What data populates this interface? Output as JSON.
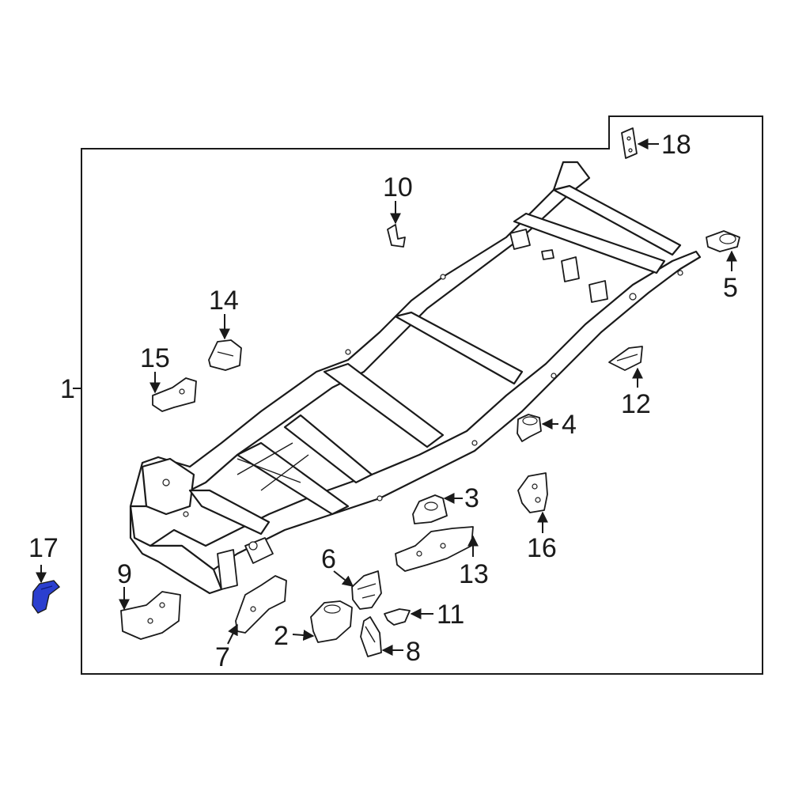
{
  "diagram": {
    "assembly_callout": "1",
    "highlight_color": "#2b3fcf",
    "line_color": "#1a1a1a",
    "callouts": [
      {
        "id": "2",
        "label": "2"
      },
      {
        "id": "3",
        "label": "3"
      },
      {
        "id": "4",
        "label": "4"
      },
      {
        "id": "5",
        "label": "5"
      },
      {
        "id": "6",
        "label": "6"
      },
      {
        "id": "7",
        "label": "7"
      },
      {
        "id": "8",
        "label": "8"
      },
      {
        "id": "9",
        "label": "9"
      },
      {
        "id": "10",
        "label": "10"
      },
      {
        "id": "11",
        "label": "11"
      },
      {
        "id": "12",
        "label": "12"
      },
      {
        "id": "13",
        "label": "13"
      },
      {
        "id": "14",
        "label": "14"
      },
      {
        "id": "15",
        "label": "15"
      },
      {
        "id": "16",
        "label": "16"
      },
      {
        "id": "17",
        "label": "17"
      },
      {
        "id": "18",
        "label": "18"
      }
    ]
  }
}
